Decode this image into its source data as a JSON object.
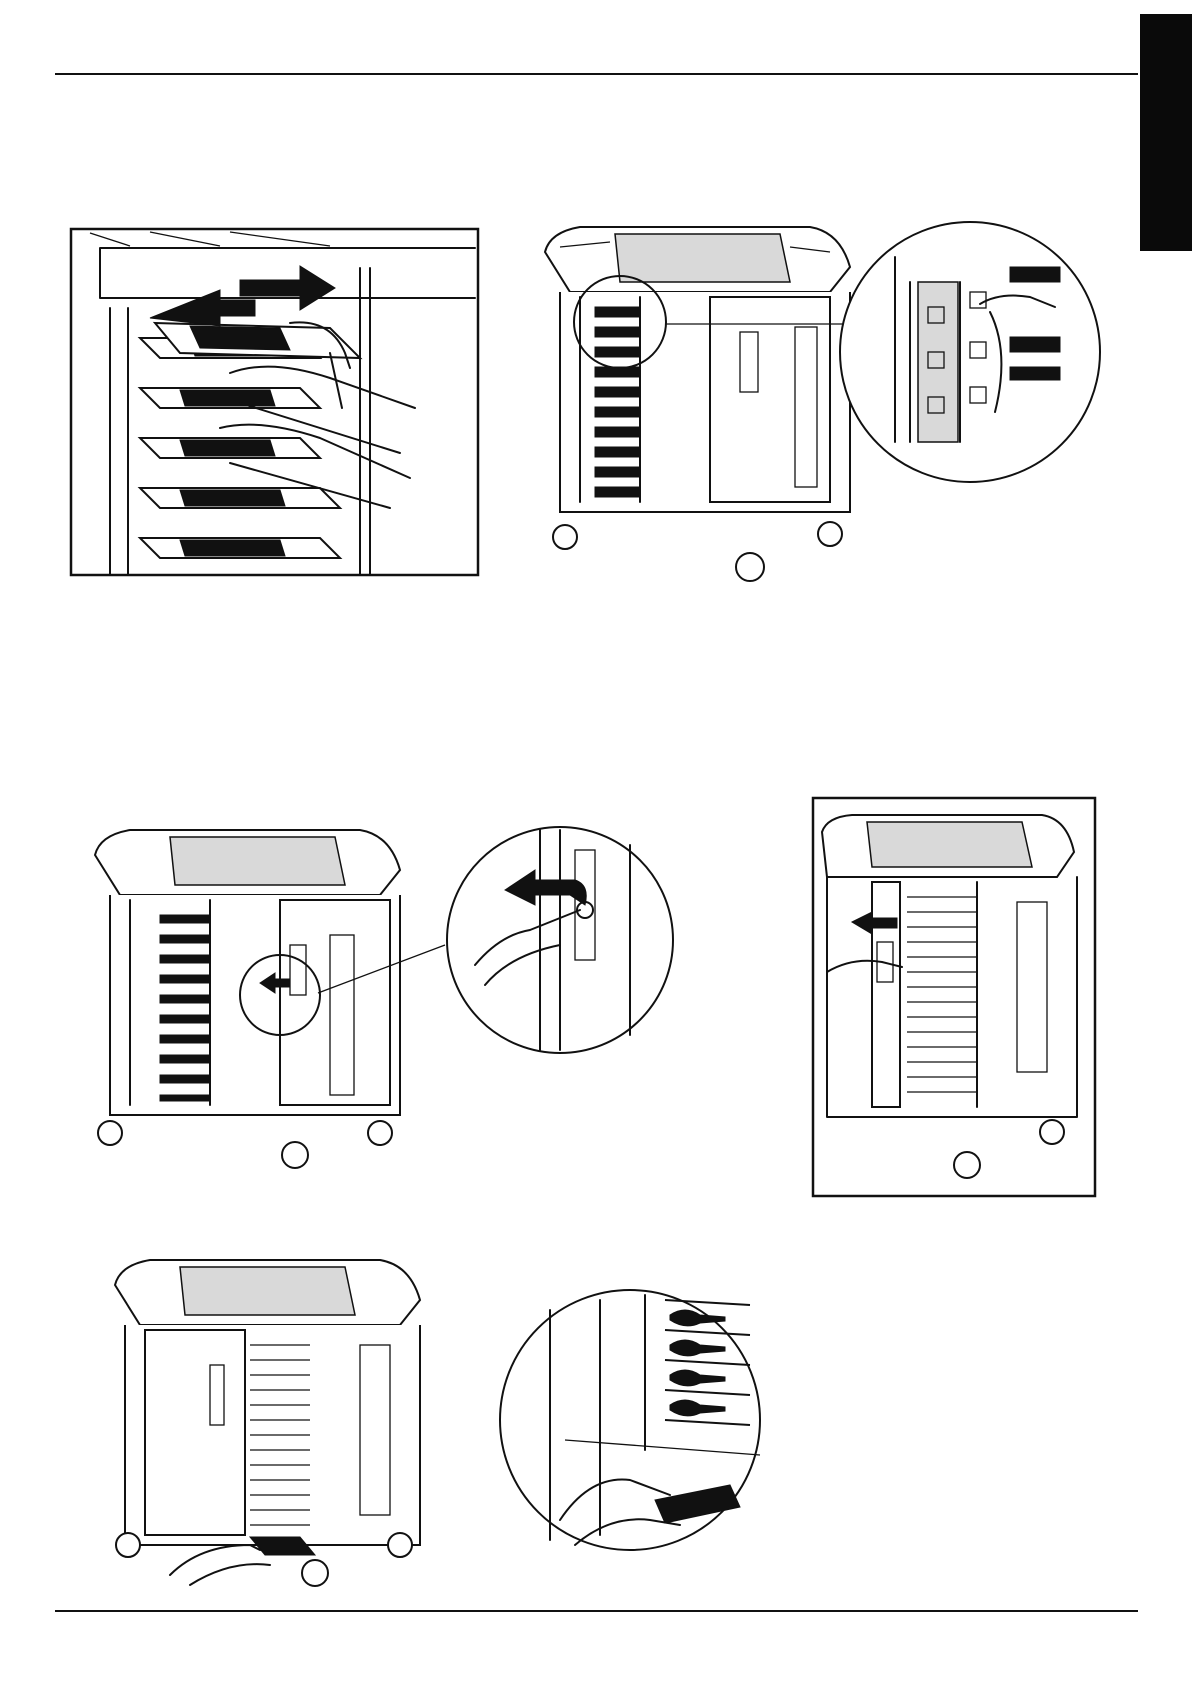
{
  "page": {
    "accent_tab_color": "#0a0a0a",
    "rule_color": "#111111"
  },
  "figures": [
    {
      "id": "fig-1",
      "icon": "slide-tray-out-arrows"
    },
    {
      "id": "fig-2",
      "icon": "cart-plug-outlets-magnified"
    },
    {
      "id": "fig-3",
      "icon": "cart-unscrew-panel-magnified"
    },
    {
      "id": "fig-4",
      "icon": "cart-slide-panel-left-arrow"
    },
    {
      "id": "fig-5",
      "icon": "cart-insert-cable-magnified"
    }
  ]
}
